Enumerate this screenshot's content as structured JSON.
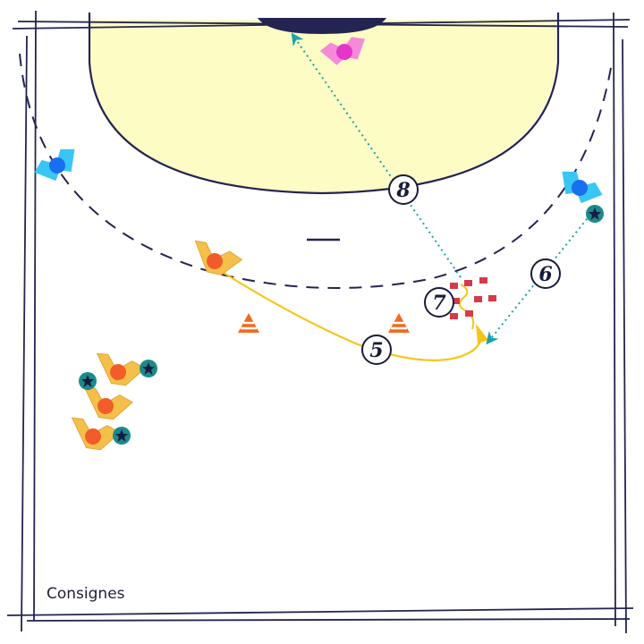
{
  "caption": "Consignes",
  "steps": [
    {
      "label": "5"
    },
    {
      "label": "6"
    },
    {
      "label": "7"
    },
    {
      "label": "8"
    }
  ],
  "colors": {
    "court_line": "#242452",
    "area_fill": "#fcfcc4",
    "run_path": "#f5c518",
    "pass_path": "#1aa3a8",
    "attacker": "#f5c04a",
    "attacker_ball": "#f25c2a",
    "defender": "#38c6f4",
    "defender_dot": "#1a6ef0",
    "goalkeeper": "#f58ad9",
    "goalkeeper_dot": "#e636c9",
    "ball": "#1a8a8c",
    "cone": "#f26a21",
    "obstacle": "#d63a4a"
  },
  "icons": {
    "cone": "cone-icon",
    "ball": "ball-icon",
    "player": "player-icon",
    "obstacle": "agility-hurdle-icon"
  }
}
